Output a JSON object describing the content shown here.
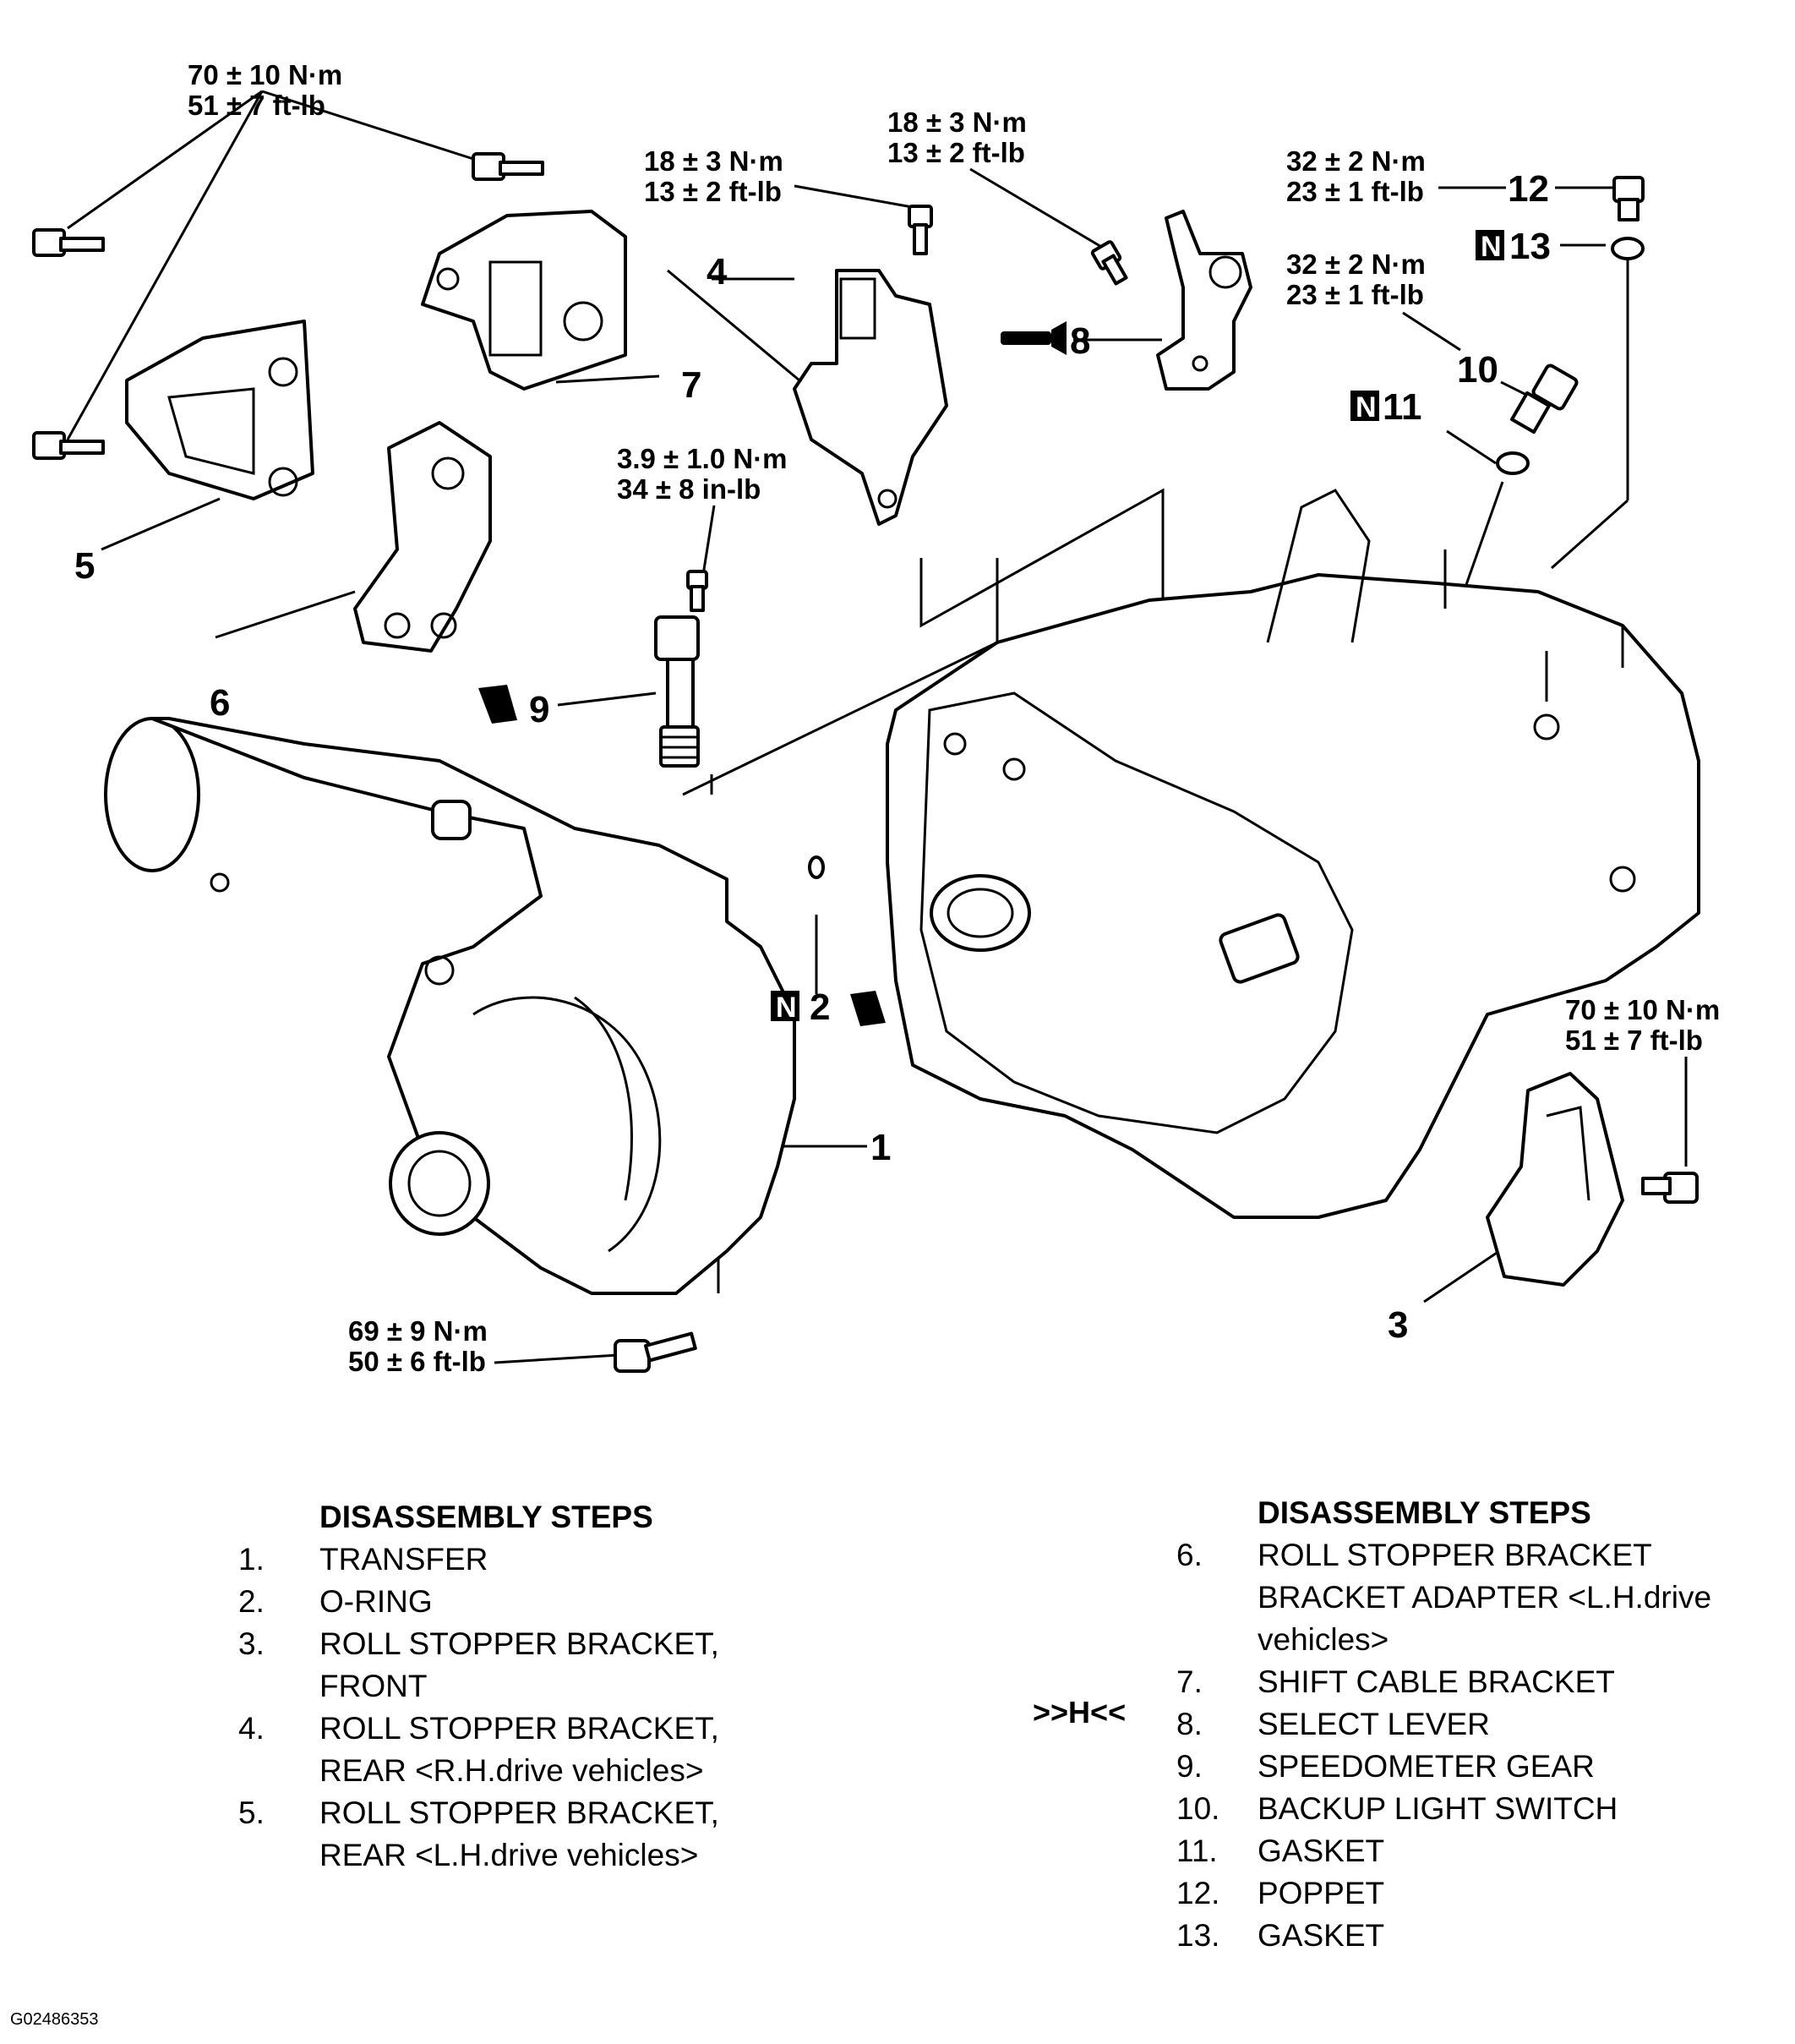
{
  "torque_specs": [
    {
      "metric": "70 ± 10 N·m",
      "imperial": "51 ± 7 ft-lb"
    },
    {
      "metric": "18 ± 3 N·m",
      "imperial": "13 ± 2 ft-lb"
    },
    {
      "metric": "18 ± 3 N·m",
      "imperial": "13 ± 2 ft-lb"
    },
    {
      "metric": "32 ± 2 N·m",
      "imperial": "23 ± 1 ft-lb"
    },
    {
      "metric": "32 ± 2 N·m",
      "imperial": "23 ± 1 ft-lb"
    },
    {
      "metric": "3.9 ± 1.0 N·m",
      "imperial": "34 ± 8 in-lb"
    },
    {
      "metric": "70 ± 10 N·m",
      "imperial": "51 ± 7 ft-lb"
    },
    {
      "metric": "69 ± 9 N·m",
      "imperial": "50 ± 6 ft-lb"
    }
  ],
  "callouts": [
    "1",
    "2",
    "3",
    "4",
    "5",
    "6",
    "7",
    "8",
    "9",
    "10",
    "11",
    "12",
    "13"
  ],
  "new_part_mark": "N",
  "left_steps": {
    "title": "DISASSEMBLY STEPS",
    "items": [
      {
        "num": "1.",
        "text": "TRANSFER"
      },
      {
        "num": "2.",
        "text": "O-RING"
      },
      {
        "num": "3.",
        "text": "ROLL STOPPER BRACKET,",
        "text2": "FRONT"
      },
      {
        "num": "4.",
        "text": "ROLL STOPPER BRACKET,",
        "text2": "REAR <R.H.drive vehicles>"
      },
      {
        "num": "5.",
        "text": "ROLL STOPPER BRACKET,",
        "text2": "REAR <L.H.drive vehicles>"
      }
    ]
  },
  "right_steps": {
    "title": "DISASSEMBLY STEPS",
    "service_mark": ">>H<<",
    "items": [
      {
        "num": "6.",
        "text": "ROLL STOPPER BRACKET",
        "text2": "BRACKET ADAPTER <L.H.drive",
        "text3": "vehicles>"
      },
      {
        "num": "7.",
        "text": "SHIFT CABLE BRACKET"
      },
      {
        "num": "8.",
        "text": "SELECT LEVER"
      },
      {
        "num": "9.",
        "text": "SPEEDOMETER GEAR"
      },
      {
        "num": "10.",
        "text": "BACKUP LIGHT SWITCH"
      },
      {
        "num": "11.",
        "text": "GASKET"
      },
      {
        "num": "12.",
        "text": "POPPET"
      },
      {
        "num": "13.",
        "text": "GASKET"
      }
    ]
  },
  "figure_id": "G02486353"
}
